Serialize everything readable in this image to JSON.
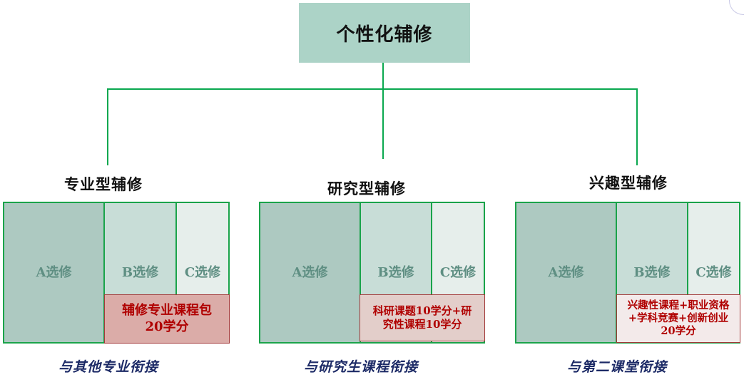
{
  "root": {
    "label": "个性化辅修"
  },
  "branches": [
    {
      "title": "专业型辅修",
      "columns": [
        "A选修",
        "B选修",
        "C选修"
      ],
      "note": "辅修专业课程包20学分",
      "footer": "与其他专业衔接"
    },
    {
      "title": "研究型辅修",
      "columns": [
        "A选修",
        "B选修",
        "C选修"
      ],
      "note": "科研课题10学分+研究性课程10学分",
      "footer": "与研究生课程衔接"
    },
    {
      "title": "兴趣型辅修",
      "columns": [
        "A选修",
        "B选修",
        "C选修"
      ],
      "note": "兴趣性课程+职业资格+学科竞赛+创新创业20学分",
      "footer": "与第二课堂衔接"
    }
  ],
  "colors": {
    "root_fill": "#acd3c7",
    "connector": "#0aa84f",
    "column_border": "#1aa34a",
    "note_text": "#b00000",
    "footer_text": "#1c2a66"
  }
}
